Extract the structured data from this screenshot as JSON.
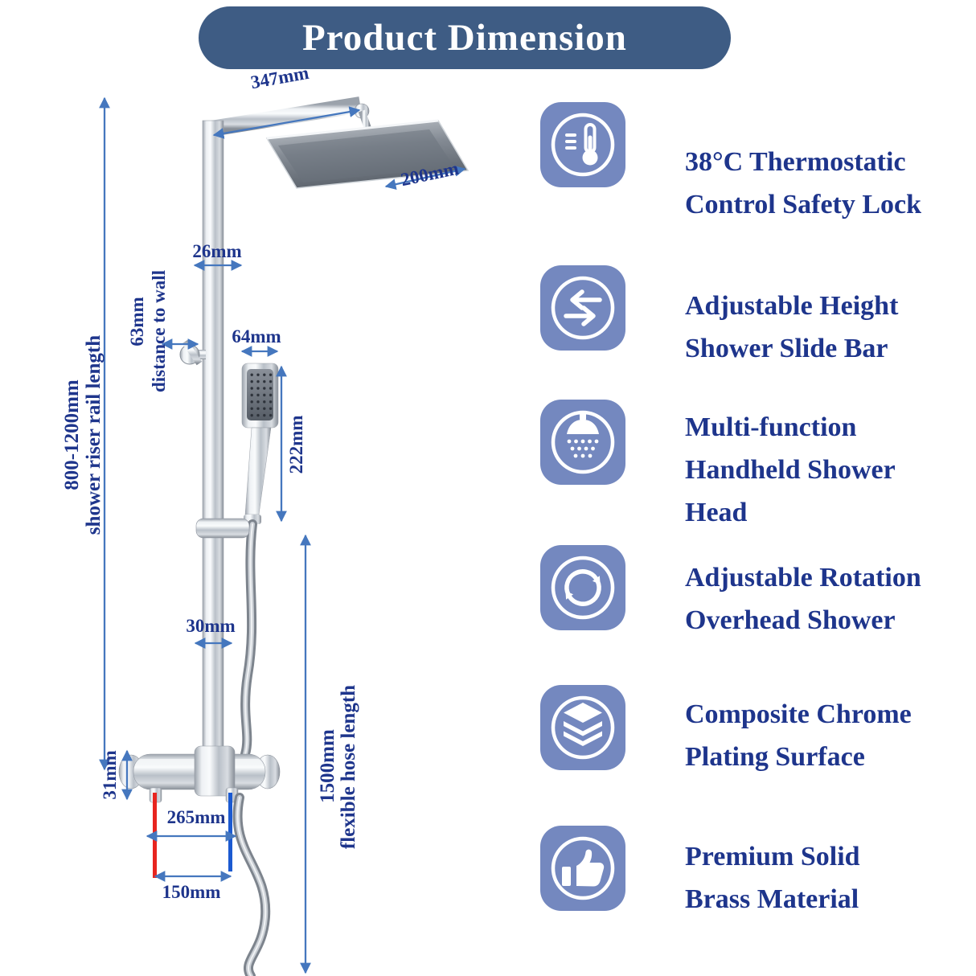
{
  "title": "Product Dimension",
  "colors": {
    "banner_bg": "#3e5c84",
    "icon_bg": "#7488bf",
    "text_blue": "#1e358c",
    "arrow_blue": "#4577be",
    "hot_red": "#e8251f",
    "cold_blue": "#1b5ad1"
  },
  "dims": {
    "arm": "347mm",
    "head": "200mm",
    "bar": "26mm",
    "wall": "63mm",
    "wall_label": "distance to wall",
    "hand_width": "64mm",
    "hand_length": "222mm",
    "riser": "800-1200mm",
    "riser_label": "shower riser rail length",
    "slide": "30mm",
    "valve_height": "31mm",
    "valve_width": "265mm",
    "inlet_spacing": "150mm",
    "hose": "1500mm",
    "hose_label": "flexible hose length"
  },
  "features": [
    {
      "icon": "thermostat-icon",
      "lines": [
        "38°C Thermostatic",
        "Control Safety Lock"
      ]
    },
    {
      "icon": "height-adjust-icon",
      "lines": [
        "Adjustable Height",
        "Shower Slide Bar"
      ]
    },
    {
      "icon": "handheld-shower-icon",
      "lines": [
        "Multi-function",
        "Handheld Shower",
        "Head"
      ]
    },
    {
      "icon": "rotation-icon",
      "lines": [
        "Adjustable Rotation",
        "Overhead Shower"
      ]
    },
    {
      "icon": "chrome-layers-icon",
      "lines": [
        "Composite Chrome",
        "Plating Surface"
      ]
    },
    {
      "icon": "thumbs-up-icon",
      "lines": [
        "Premium Solid",
        "Brass Material"
      ]
    }
  ]
}
